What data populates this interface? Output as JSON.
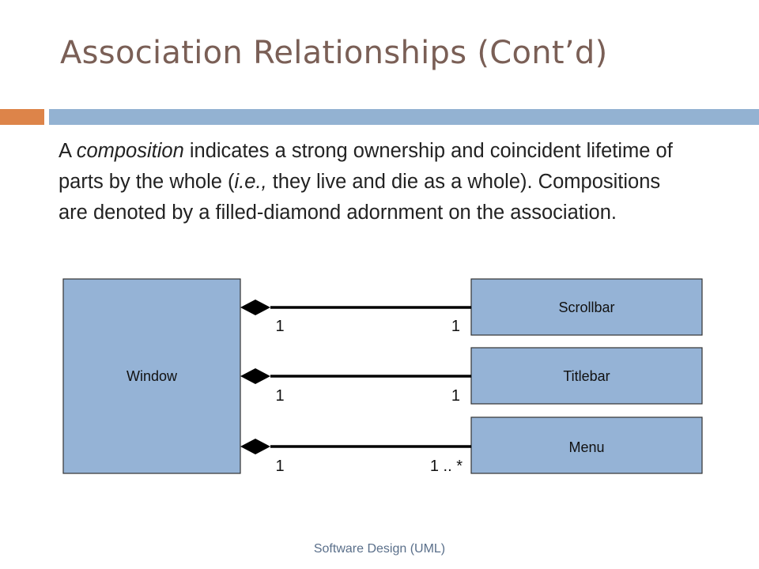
{
  "slide": {
    "title": "Association Relationships (Cont’d)",
    "body": {
      "p1": "A ",
      "p2": "composition",
      "p3": " indicates a strong ownership and coincident lifetime of parts by the whole (",
      "p4": "i.e.,",
      "p5": " they live and die as a whole). Compositions are denoted by a filled-diamond adornment on the association."
    },
    "footer": "Software Design (UML)"
  },
  "diagram": {
    "whole": "Window",
    "parts": [
      "Scrollbar",
      "Titlebar",
      "Menu"
    ],
    "associations": [
      {
        "whole_multiplicity": "1",
        "part_multiplicity": "1"
      },
      {
        "whole_multiplicity": "1",
        "part_multiplicity": "1"
      },
      {
        "whole_multiplicity": "1",
        "part_multiplicity": "1 .. *"
      }
    ]
  },
  "colors": {
    "title": "#7a5f56",
    "accent_bar": "#dd8449",
    "rule_bar": "#93b2d2",
    "box_fill": "#95b3d6",
    "footer": "#5a6f8a"
  }
}
